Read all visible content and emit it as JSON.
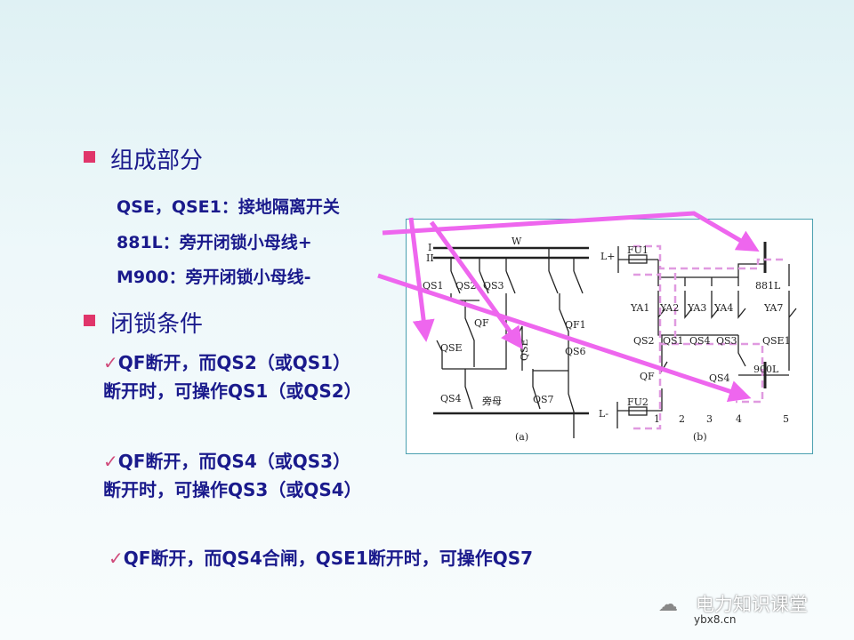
{
  "section1": {
    "heading": "组成部分",
    "items": [
      "QSE，QSE1：接地隔离开关",
      "881L：旁开闭锁小母线+",
      "M900：旁开闭锁小母线-"
    ]
  },
  "section2": {
    "heading": "闭锁条件",
    "conditions": [
      "QF断开，而QS2（或QS1）断开时，可操作QS1（或QS2）",
      "QF断开，而QS4（或QS3）断开时，可操作QS3（或QS4）",
      "QF断开，而QS4合闸，QSE1断开时，可操作QS7"
    ],
    "check": "✓"
  },
  "diagram": {
    "a": {
      "labels": [
        "W",
        "I",
        "II",
        "QS1",
        "QS2",
        "QS3",
        "QF",
        "QF1",
        "QSE",
        "QS6",
        "QS4",
        "QS7",
        "旁母",
        "QSE"
      ],
      "caption": "(a)"
    },
    "b": {
      "labels": [
        "L+",
        "L-",
        "FU1",
        "FU2",
        "YA1",
        "YA2",
        "YA3",
        "YA4",
        "YA7",
        "QS2",
        "QS1",
        "QS4",
        "QS3",
        "QSE1",
        "QF",
        "QS4",
        "881L",
        "900L",
        "1",
        "2",
        "3",
        "4",
        "5"
      ],
      "caption": "(b)"
    }
  },
  "watermark": {
    "name": "电力知识课堂",
    "site": "ybx8.cn"
  },
  "colors": {
    "text": "#1a1a8c",
    "bullet": "#e0356a",
    "arrow": "#ee66ee"
  }
}
